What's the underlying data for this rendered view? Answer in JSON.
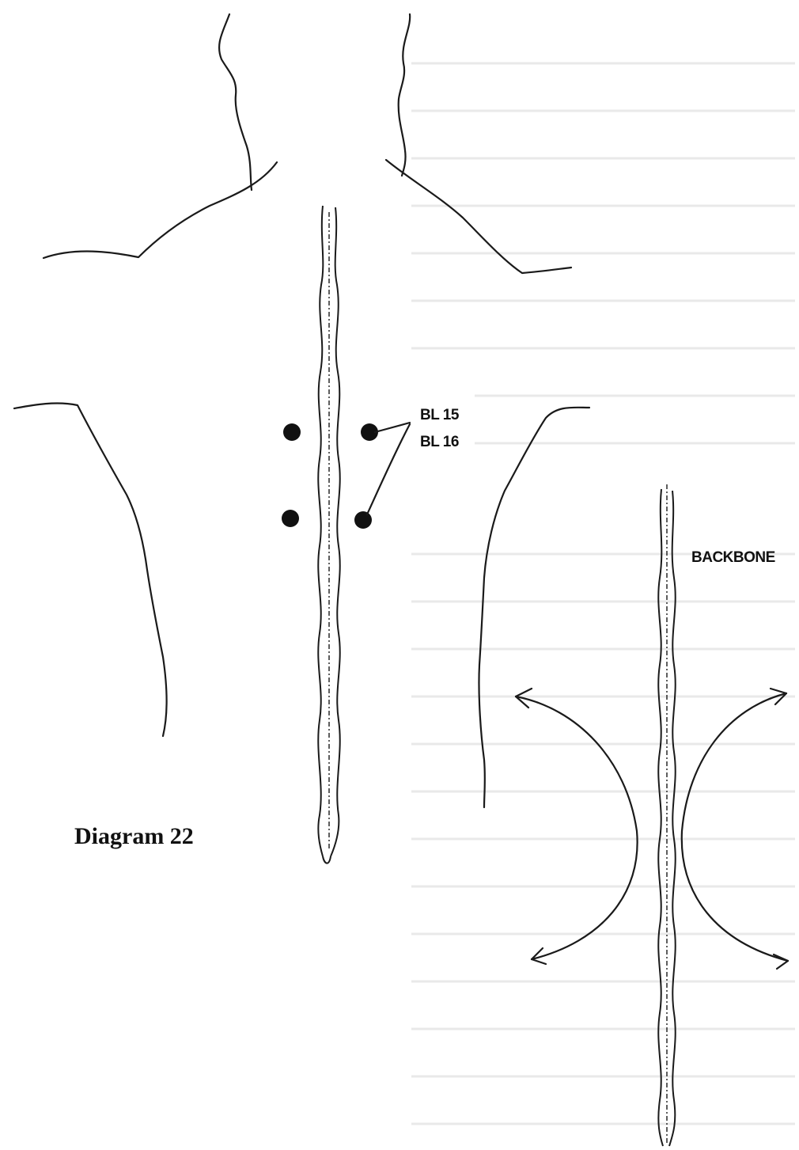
{
  "caption": "Diagram 22",
  "labels": {
    "point_upper": "BL 15",
    "point_lower": "BL 16",
    "backbone": "BACKBONE"
  }
}
